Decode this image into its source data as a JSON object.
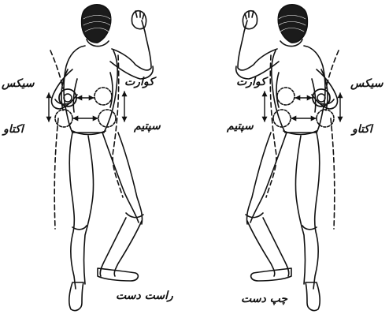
{
  "figures": [
    {
      "id": "right-handed",
      "caption": "راست دست",
      "labels": {
        "sixte": "سیکس",
        "quarte": "کوارت",
        "octave": "اکتاو",
        "septime": "سپتیم"
      }
    },
    {
      "id": "left-handed",
      "caption": "چپ دست",
      "labels": {
        "sixte": "سیکس",
        "quarte": "کوارت",
        "octave": "اکتاو",
        "septime": "سپتیم"
      }
    }
  ]
}
